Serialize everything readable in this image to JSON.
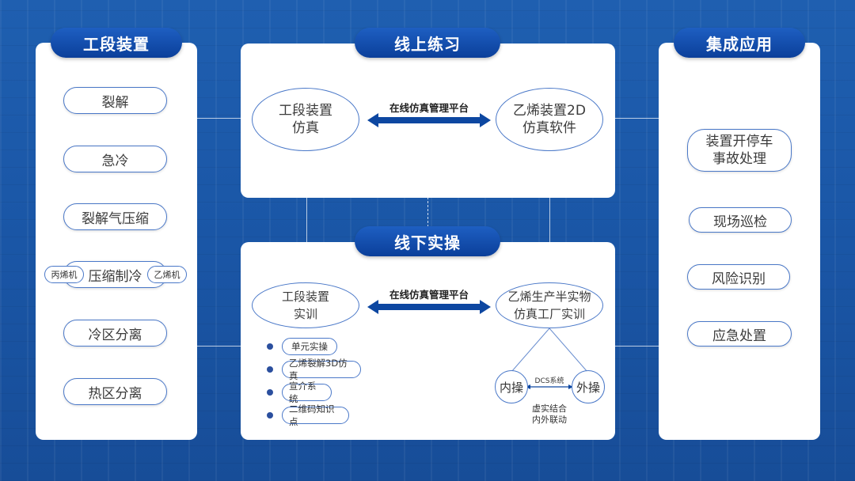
{
  "left": {
    "title": "工段装置",
    "items": [
      "裂解",
      "急冷",
      "裂解气压缩",
      "压缩制冷",
      "冷区分离",
      "热区分离"
    ],
    "side_left": "丙烯机",
    "side_right": "乙烯机"
  },
  "top": {
    "title": "线上练习",
    "left_node": [
      "工段装置",
      "仿真"
    ],
    "right_node": [
      "乙烯装置2D",
      "仿真软件"
    ],
    "arrow_label": "在线仿真管理平台"
  },
  "bottom": {
    "title": "线下实操",
    "left_node": [
      "工段装置",
      "实训"
    ],
    "right_node": [
      "乙烯生产半实物",
      "仿真工厂实训"
    ],
    "arrow_label": "在线仿真管理平台",
    "bullets": [
      "单元实操",
      "乙烯裂解3D仿真",
      "宣介系统",
      "二维码知识点"
    ],
    "inner": "内操",
    "outer": "外操",
    "dcs": "DCS系统",
    "caption": [
      "虚实结合",
      "内外联动"
    ]
  },
  "right": {
    "title": "集成应用",
    "items": [
      [
        "装置开停车",
        "事故处理"
      ],
      [
        "现场巡检"
      ],
      [
        "风险识别"
      ],
      [
        "应急处置"
      ]
    ]
  },
  "colors": {
    "accent": "#0b3f9a",
    "border": "#4a78c8",
    "arrow": "#0d47a1"
  }
}
